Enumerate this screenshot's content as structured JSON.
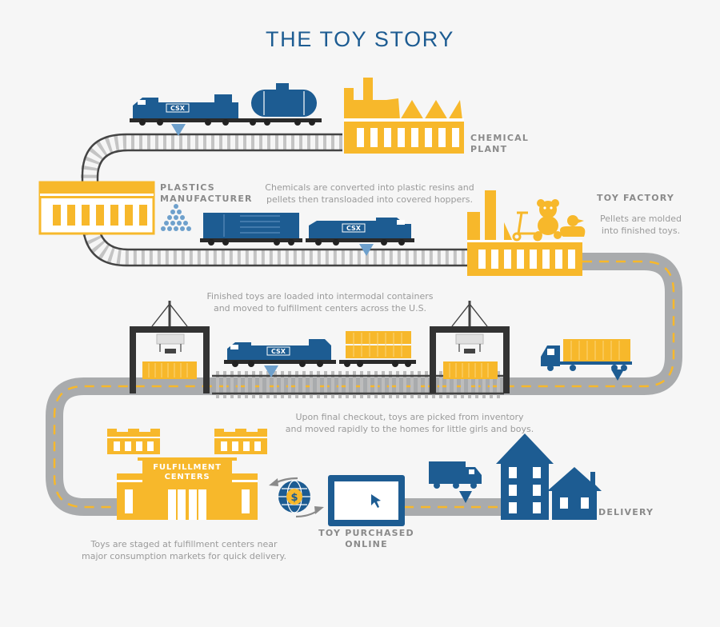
{
  "title": "THE TOY STORY",
  "labels": {
    "chemical_plant": [
      "CHEMICAL",
      "PLANT"
    ],
    "plastics_manufacturer": [
      "PLASTICS",
      "MANUFACTURER"
    ],
    "toy_factory": "TOY FACTORY",
    "fulfillment_centers": [
      "FULFILLMENT",
      "CENTERS"
    ],
    "toy_purchased_online": [
      "TOY PURCHASED",
      "ONLINE"
    ],
    "delivery": "DELIVERY"
  },
  "descriptions": {
    "chemicals": [
      "Chemicals are converted into plastic resins and",
      "pellets then transloaded into covered hoppers."
    ],
    "pellets": [
      "Pellets are molded",
      "into finished toys."
    ],
    "finished_toys": [
      "Finished toys are loaded into intermodal containers",
      "and moved to fulfillment centers across the U.S."
    ],
    "checkout": [
      "Upon final checkout, toys are picked from inventory",
      "and moved rapidly to the homes for little girls and boys."
    ],
    "staged": [
      "Toys are staged at fulfillment centers near",
      "major consumption markets for quick delivery."
    ]
  },
  "locomotive_text": "CSX",
  "currency_symbol": "$",
  "colors": {
    "navy": "#1d5c92",
    "yellow": "#f7b82b",
    "road": "#a9abad",
    "rail": "#444444",
    "text": "#8a8a8a"
  }
}
